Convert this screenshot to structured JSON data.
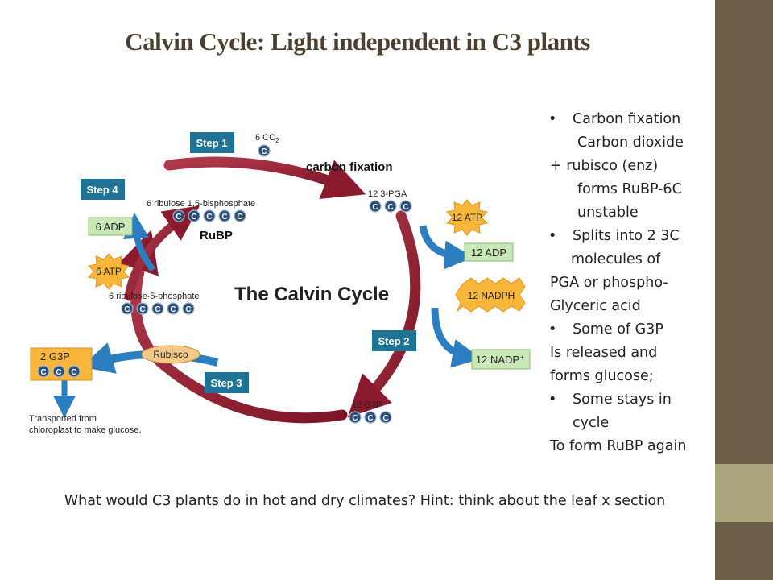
{
  "title": "Calvin Cycle: Light independent in C3 plants",
  "diagram": {
    "center_title": "The Calvin Cycle",
    "steps": [
      "Step 1",
      "Step 2",
      "Step 3",
      "Step 4"
    ],
    "co2": "6 CO",
    "co2_sub": "2",
    "carbon_letter": "C",
    "carbon_fixation": "carbon fixation",
    "pga": "12 3-PGA",
    "atp12": "12 ATP",
    "adp12": "12 ADP",
    "nadph12": "12 NADPH",
    "nadp12": "12 NADP",
    "nadp_sup": "+",
    "g3p12": "12 G3P",
    "g3p2": "2 G3P",
    "rubisco": "Rubisco",
    "transported": [
      "Transported from",
      "chloroplast to make glucose,"
    ],
    "r5p": "6 ribulose-5-phosphate",
    "atp6": "6 ATP",
    "adp6": "6 ADP",
    "rubp_full": "6 ribulose 1,5-bisphosphate",
    "rubp": "RuBP"
  },
  "notes": [
    {
      "text": "Carbon fixation",
      "bullet": true
    },
    {
      "text": "Carbon dioxide",
      "indent": 34
    },
    {
      "text": "+ rubisco (enz)",
      "indent": 0
    },
    {
      "text": "forms RuBP-6C",
      "indent": 34
    },
    {
      "text": "unstable",
      "indent": 34
    },
    {
      "text": "Splits into 2 3C",
      "bullet": true
    },
    {
      "text": "molecules of",
      "indent": 26
    },
    {
      "text": "PGA or phospho-",
      "indent": 0
    },
    {
      "text": "Glyceric acid",
      "indent": 0
    },
    {
      "text": "Some of G3P",
      "bullet": true
    },
    {
      "text": "Is released and",
      "indent": 0
    },
    {
      "text": "forms glucose;",
      "indent": 0
    },
    {
      "text": "Some stays in",
      "bullet": true
    },
    {
      "text": "cycle",
      "indent": 28
    },
    {
      "text": "To form RuBP again",
      "indent": 0
    }
  ],
  "question": "What would C3 plants do in hot and dry climates?  Hint: think about the leaf x section",
  "colors": {
    "arrow_red": "#8b1a2e",
    "arrow_blue": "#2b7fc0",
    "step_blue": "#1f7495",
    "accent_band": "#6b5f49",
    "accent_band_light": "#aba57e"
  }
}
